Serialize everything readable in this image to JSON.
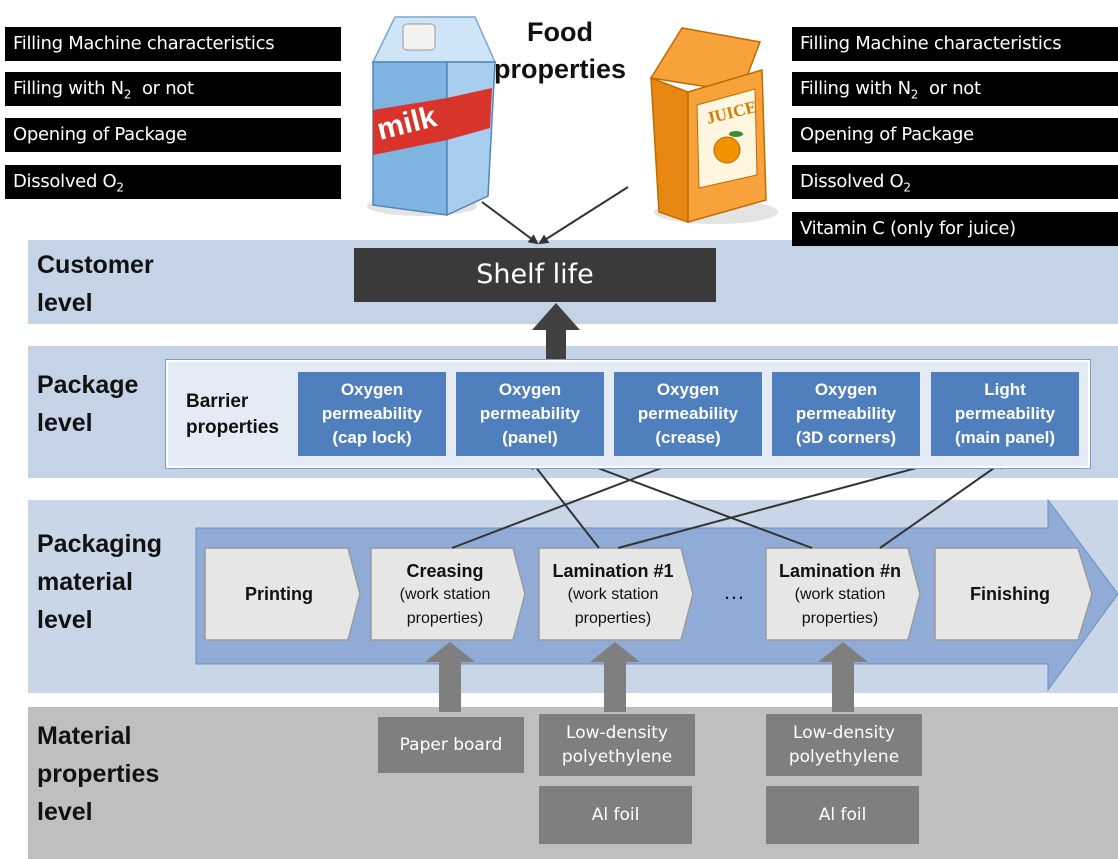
{
  "food_properties": {
    "line1": "Food",
    "line2": "properties"
  },
  "left_list": [
    {
      "text": "Filling Machine characteristics",
      "sub": "",
      "tail": ""
    },
    {
      "text": "Filling with N",
      "sub": "2",
      "tail": "  or not"
    },
    {
      "text": "Opening of Package",
      "sub": "",
      "tail": ""
    },
    {
      "text": "Dissolved O",
      "sub": "2",
      "tail": ""
    }
  ],
  "right_list": [
    {
      "text": "Filling Machine characteristics",
      "sub": "",
      "tail": ""
    },
    {
      "text": "Filling with N",
      "sub": "2",
      "tail": "  or not"
    },
    {
      "text": "Opening of Package",
      "sub": "",
      "tail": ""
    },
    {
      "text": "Dissolved O",
      "sub": "2",
      "tail": ""
    },
    {
      "text": "Vitamin C (only for juice)",
      "sub": "",
      "tail": ""
    }
  ],
  "illustrations": {
    "milk_text": "milk",
    "juice_text": "JUICE"
  },
  "levels": {
    "customer": "Customer\nlevel",
    "package": "Package\nlevel",
    "packaging_material": "Packaging\nmaterial\nlevel",
    "material_properties": "Material\nproperties\nlevel"
  },
  "shelf_life": "Shelf life",
  "barrier_label": {
    "line1": "Barrier",
    "line2": "properties"
  },
  "permeability_boxes": [
    {
      "l1": "Oxygen",
      "l2": "permeability",
      "l3": "(cap lock)"
    },
    {
      "l1": "Oxygen",
      "l2": "permeability",
      "l3": "(panel)"
    },
    {
      "l1": "Oxygen",
      "l2": "permeability",
      "l3": "(crease)"
    },
    {
      "l1": "Oxygen",
      "l2": "permeability",
      "l3": "(3D corners)"
    },
    {
      "l1": "Light",
      "l2": "permeability",
      "l3": "(main panel)"
    }
  ],
  "process_steps": [
    {
      "title": "Printing",
      "l2": "",
      "l3": ""
    },
    {
      "title": "Creasing",
      "l2": "(work station",
      "l3": "properties)"
    },
    {
      "title": "Lamination #1",
      "l2": "(work station",
      "l3": "properties)"
    },
    {
      "title": "Lamination #n",
      "l2": "(work station",
      "l3": "properties)"
    },
    {
      "title": "Finishing",
      "l2": "",
      "l3": ""
    }
  ],
  "ellipsis": "…",
  "materials": {
    "paper_board": "Paper board",
    "ldpe_1": {
      "l1": "Low-density",
      "l2": "polyethylene"
    },
    "ldpe_2": {
      "l1": "Low-density",
      "l2": "polyethylene"
    },
    "al_foil_1": "Al foil",
    "al_foil_2": "Al foil"
  },
  "colors": {
    "level_band": "#c5d3e6",
    "material_band": "#bfbfbf",
    "permeability_box": "#4f7fbd",
    "shelf_life_box": "#3a3a3a",
    "material_box": "#7f7f7f",
    "big_arrow": "#8fabd6"
  }
}
